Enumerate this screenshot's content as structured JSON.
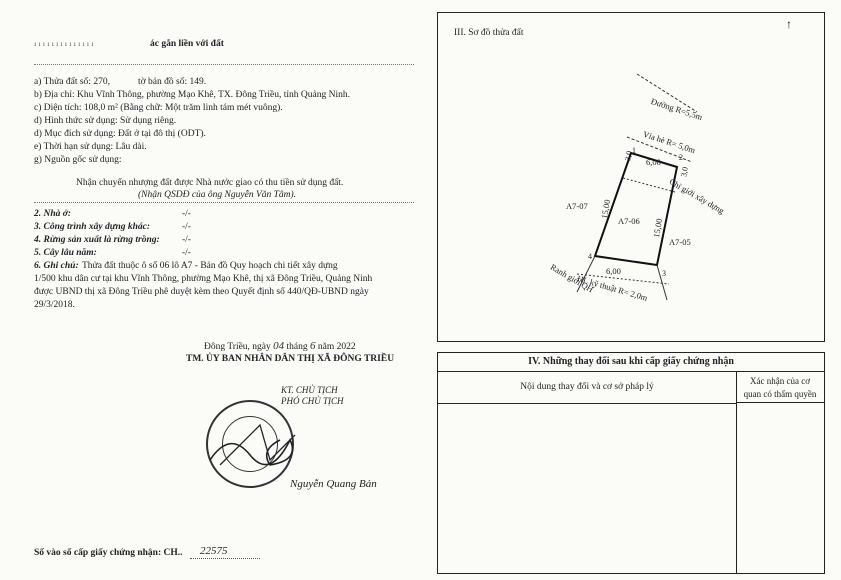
{
  "left": {
    "header": "ác gắn liền với đất",
    "items": [
      "a) Thửa đất số: 270,",
      "tờ bản đồ số: 149.",
      "b) Địa chỉ: Khu Vĩnh Thông, phường Mạo Khê, TX. Đông Triều, tỉnh Quảng Ninh.",
      "c) Diện tích: 108,0 m² (Bằng chữ: Một trăm linh tám mét vuông).",
      "d) Hình thức sử dụng: Sử dụng riêng.",
      "d) Mục đích sử dụng: Đất ở tại đô thị (ODT).",
      "e) Thời hạn sử dụng: Lâu dài.",
      "g) Nguồn gốc sử dụng:"
    ],
    "origin_line": "Nhận chuyển nhượng đất được Nhà nước giao có thu tiền sử dụng đất.",
    "origin_sub": "(Nhận QSDĐ của ông Nguyễn Văn Tâm).",
    "numbered": [
      {
        "label": "2. Nhà ở:",
        "value": "-/-"
      },
      {
        "label": "3. Công trình xây dựng khác:",
        "value": "-/-"
      },
      {
        "label": "4. Rừng sản xuất là rừng trồng:",
        "value": "-/-"
      },
      {
        "label": "5. Cây lâu năm:",
        "value": "-/-"
      }
    ],
    "note_label": "6. Ghi chú:",
    "note_lines": [
      "Thửa đất thuộc ô số 06 lô A7 - Bản đồ Quy hoạch chi tiết xây dựng",
      "1/500 khu dân cư tại khu Vĩnh Thông, phường Mạo Khê, thị xã Đông Triều, Quảng Ninh",
      "được UBND thị xã Đông Triều phê duyệt kèm theo Quyết định số 440/QĐ-UBND ngày",
      "29/3/2018."
    ],
    "date_prefix": "Đông Triều, ngày",
    "date_day": "04",
    "date_month_label": "tháng",
    "date_month": "6",
    "date_year_label": "năm 2022",
    "authority": "TM. ỦY BAN NHÂN DÂN THỊ XÃ ĐÔNG TRIỀU",
    "sign_title_1": "KT. CHỦ TỊCH",
    "sign_title_2": "PHÓ CHỦ TỊCH",
    "signer": "Nguyễn Quang Bản",
    "cert_book_label": "Số vào sổ cấp giấy chứng nhận: CH..",
    "cert_book_no": "22575"
  },
  "diagram": {
    "title": "III. Sơ đồ thửa đất",
    "road": "Đường R=5,5m",
    "sidewalk": "Vỉa hè R= 5,0m",
    "build_line": "Chỉ giới xây dựng",
    "plot": "A7-06",
    "left_plot": "A7-07",
    "right_plot": "A7-05",
    "hl": "HL kỹ thuật R= 2,0m",
    "boundary": "Ranh giới QH",
    "dim_top": "6,00",
    "dim_bottom": "6,00",
    "dim_left": "15,00",
    "dim_right": "15,00",
    "dim_setback_l": "3,0",
    "dim_setback_r": "3,0",
    "p1": "1",
    "p2": "2",
    "p3": "3",
    "p4": "4"
  },
  "changes": {
    "title": "IV. Những thay đổi sau khi cấp giấy chứng nhận",
    "col1": "Nội dung thay đổi và cơ sở pháp lý",
    "col2a": "Xác nhận của cơ",
    "col2b": "quan có thẩm quyền"
  }
}
